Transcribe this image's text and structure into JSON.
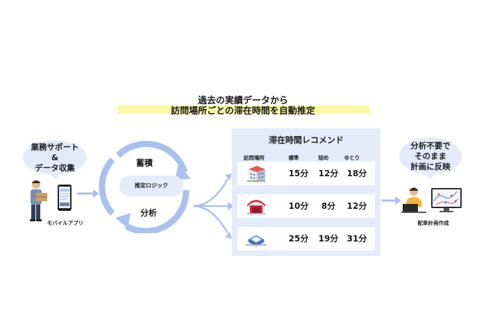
{
  "header": {
    "line1": "過去の実績データから",
    "line2": "訪問場所ごとの滞在時間を自動推定"
  },
  "left": {
    "bubble_lines": [
      "業務サポート",
      "&",
      "データ収集"
    ],
    "app_caption": "モバイルアプリ",
    "icons": [
      "worker-icon",
      "smartphone-icon"
    ]
  },
  "cycle": {
    "top_label": "蓄積",
    "center_label": "推定ロジック",
    "bottom_label": "分析"
  },
  "panel": {
    "title": "滞在時間レコメンド",
    "headers": [
      "訪問場所",
      "標準",
      "短め",
      "ゆとり"
    ],
    "rows": [
      {
        "icon": "building-icon",
        "standard": "15分",
        "short": "12分",
        "relaxed": "18分"
      },
      {
        "icon": "house-icon",
        "standard": "10分",
        "short": "8分",
        "relaxed": "12分"
      },
      {
        "icon": "warehouse-icon",
        "standard": "25分",
        "short": "19分",
        "relaxed": "31分"
      }
    ]
  },
  "right": {
    "bubble_lines": [
      "分析不要で",
      "そのまま",
      "計画に反映"
    ],
    "caption": "配車計画作成",
    "icons": [
      "office-worker-icon",
      "map-monitor-icon"
    ]
  },
  "colors": {
    "accent_blue": "#a9c1ee",
    "panel_bg": "#e4ebfa",
    "highlight": "#fbf7a4"
  }
}
